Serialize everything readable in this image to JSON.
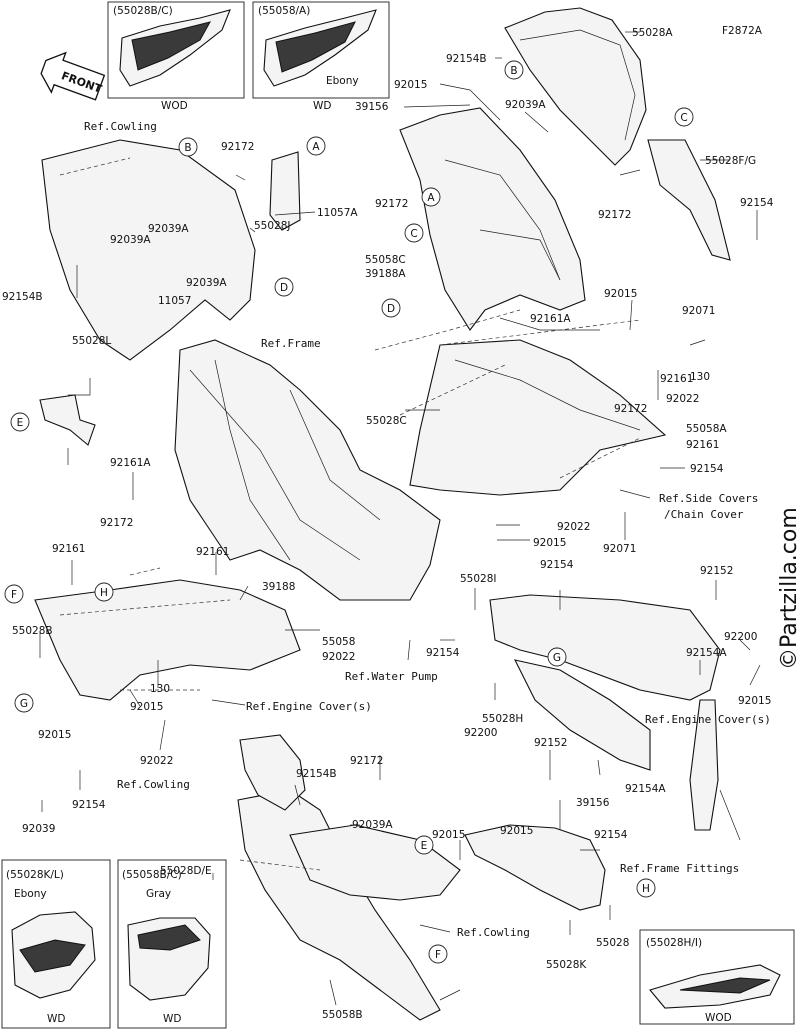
{
  "figure_code": "F2872A",
  "watermark": "©Partzilla.com",
  "insets": [
    {
      "code": "(55028B/C)",
      "label": "WOD"
    },
    {
      "code": "(55058/A)",
      "sub": "Ebony",
      "label": "WD"
    },
    {
      "code": "(55028K/L)",
      "sub": "Ebony",
      "label": "WD"
    },
    {
      "code": "(55058B/C)",
      "sub": "Gray",
      "label": "WD"
    },
    {
      "code": "(55028H/I)",
      "label": "WOD"
    }
  ],
  "front_label": "FRONT",
  "refs": [
    "Ref.Cowling",
    "Ref.Frame",
    "Ref.Side Covers",
    "/Chain Cover",
    "Ref.Water Pump",
    "Ref.Engine Cover(s)",
    "Ref.Engine Cover(s)",
    "Ref.Cowling",
    "Ref.Cowling",
    "Ref.Frame Fittings"
  ],
  "bubbles": [
    "A",
    "A",
    "B",
    "B",
    "C",
    "C",
    "D",
    "D",
    "E",
    "E",
    "F",
    "F",
    "G",
    "G",
    "H",
    "H"
  ],
  "parts": [
    "55028A",
    "92154B",
    "92015",
    "39156",
    "92039A",
    "55028F/G",
    "92172",
    "92154",
    "92172",
    "11057A",
    "55028J",
    "92039A",
    "92039A",
    "92039A",
    "92154B",
    "92172",
    "11057",
    "55028L",
    "55058C",
    "39188A",
    "92161A",
    "92015",
    "92071",
    "92161",
    "130",
    "92022",
    "92172",
    "55028C",
    "55058A",
    "92161",
    "92154",
    "92022",
    "92015",
    "92071",
    "92161A",
    "92172",
    "92161",
    "92161",
    "39188",
    "55028B",
    "55058",
    "92022",
    "130",
    "92015",
    "92015",
    "92022",
    "92154",
    "92039",
    "55028I",
    "92154",
    "92152",
    "92200",
    "92154A",
    "92015",
    "92154",
    "92200",
    "55028H",
    "92154A",
    "92152",
    "39156",
    "92172",
    "92015",
    "92154B",
    "92039A",
    "55028D/E",
    "92015",
    "92154",
    "55028",
    "55028K",
    "55058B"
  ]
}
